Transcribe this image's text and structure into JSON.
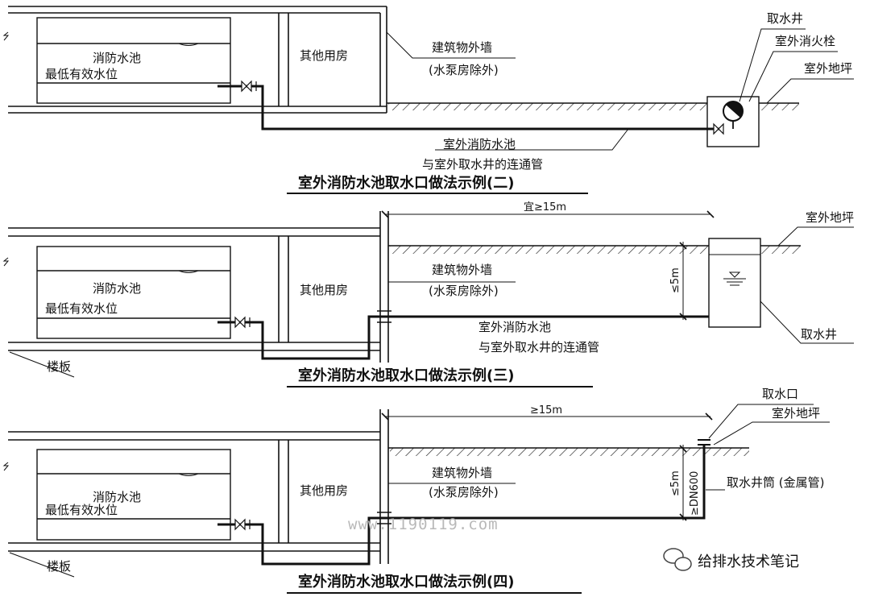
{
  "common": {
    "pool": "消防水池",
    "min_level": "最低有效水位",
    "other_rooms": "其他用房",
    "wall_label_1": "建筑物外墙",
    "wall_label_2": "(水泵房除外)",
    "pipe_label_1": "室外消防水池",
    "pipe_label_2": "与室外取水井的连通管",
    "ground": "室外地坪",
    "floor_slab": "楼板",
    "well": "取水井"
  },
  "diagram2": {
    "title": "室外消防水池取水口做法示例(二)",
    "hydrant": "室外消火栓"
  },
  "diagram3": {
    "title": "室外消防水池取水口做法示例(三)",
    "distance": "宜≥15m",
    "depth": "≤5m"
  },
  "diagram4": {
    "title": "室外消防水池取水口做法示例(四)",
    "distance": "≥15m",
    "depth": "≤5m",
    "pipe_size": "≥DN600",
    "intake": "取水口",
    "well_tube": "取水井筒 (金属管)"
  },
  "watermark": "www.1190119.com",
  "brand": "给排水技术笔记"
}
